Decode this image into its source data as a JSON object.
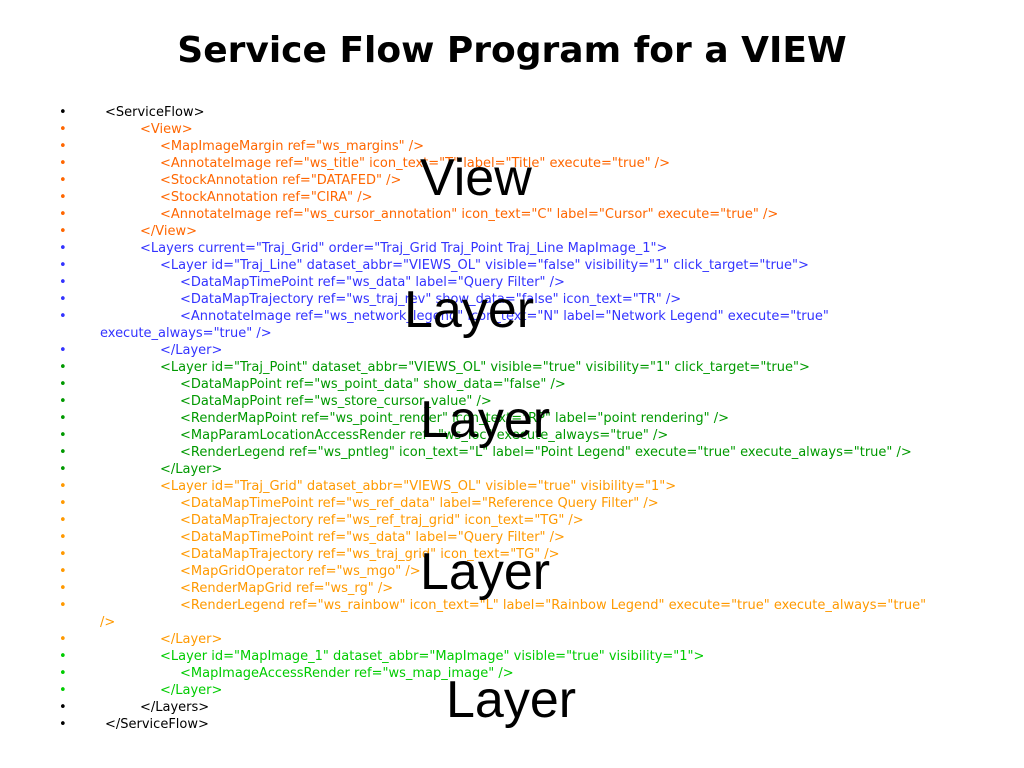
{
  "title": "Service Flow Program for a VIEW",
  "colors": {
    "black": "#000000",
    "orange": "#ff6600",
    "blue": "#3333ff",
    "green": "#009900",
    "gold": "#ff9900",
    "lime": "#00cc00"
  },
  "lines": [
    {
      "text": "<ServiceFlow>",
      "indent": 1,
      "color": "#000000"
    },
    {
      "text": "<View>",
      "indent": 2,
      "color": "#ff6600"
    },
    {
      "text": "<MapImageMargin ref=\"ws_margins\" />",
      "indent": 3,
      "color": "#ff6600"
    },
    {
      "text": "<AnnotateImage ref=\"ws_title\" icon_text=\"T\" label=\"Title\" execute=\"true\" />",
      "indent": 3,
      "color": "#ff6600"
    },
    {
      "text": "<StockAnnotation ref=\"DATAFED\" />",
      "indent": 3,
      "color": "#ff6600"
    },
    {
      "text": "<StockAnnotation ref=\"CIRA\" />",
      "indent": 3,
      "color": "#ff6600"
    },
    {
      "text": "<AnnotateImage ref=\"ws_cursor_annotation\" icon_text=\"C\" label=\"Cursor\" execute=\"true\" />",
      "indent": 3,
      "color": "#ff6600"
    },
    {
      "text": "</View>",
      "indent": 2,
      "color": "#ff6600"
    },
    {
      "text": "<Layers current=\"Traj_Grid\" order=\"Traj_Grid Traj_Point Traj_Line MapImage_1\">",
      "indent": 2,
      "color": "#3333ff"
    },
    {
      "text": "<Layer id=\"Traj_Line\" dataset_abbr=\"VIEWS_OL\" visible=\"false\" visibility=\"1\" click_target=\"true\">",
      "indent": 3,
      "color": "#3333ff"
    },
    {
      "text": "<DataMapTimePoint ref=\"ws_data\" label=\"Query Filter\" />",
      "indent": 4,
      "color": "#3333ff"
    },
    {
      "text": "<DataMapTrajectory ref=\"ws_traj_rev\" show_data=\"false\" icon_text=\"TR\" />",
      "indent": 4,
      "color": "#3333ff"
    },
    {
      "text": "<AnnotateImage ref=\"ws_network_legend\" icon_text=\"N\" label=\"Network Legend\" execute=\"true\"",
      "indent": 4,
      "color": "#3333ff",
      "cont": "execute_always=\"true\" />"
    },
    {
      "text": "</Layer>",
      "indent": 3,
      "color": "#3333ff"
    },
    {
      "text": "<Layer id=\"Traj_Point\" dataset_abbr=\"VIEWS_OL\" visible=\"true\" visibility=\"1\" click_target=\"true\">",
      "indent": 3,
      "color": "#009900"
    },
    {
      "text": "<DataMapPoint ref=\"ws_point_data\" show_data=\"false\" />",
      "indent": 4,
      "color": "#009900"
    },
    {
      "text": "<DataMapPoint ref=\"ws_store_cursor_value\" />",
      "indent": 4,
      "color": "#009900"
    },
    {
      "text": "<RenderMapPoint ref=\"ws_point_render\" icon_text=\"RP\" label=\"point rendering\" />",
      "indent": 4,
      "color": "#009900"
    },
    {
      "text": "<MapParamLocationAccessRender ref=\"ws_loc\" execute_always=\"true\" />",
      "indent": 4,
      "color": "#009900"
    },
    {
      "text": "<RenderLegend ref=\"ws_pntleg\" icon_text=\"L\" label=\"Point Legend\" execute=\"true\" execute_always=\"true\" />",
      "indent": 4,
      "color": "#009900"
    },
    {
      "text": "</Layer>",
      "indent": 3,
      "color": "#009900"
    },
    {
      "text": "<Layer id=\"Traj_Grid\" dataset_abbr=\"VIEWS_OL\" visible=\"true\" visibility=\"1\">",
      "indent": 3,
      "color": "#ff9900"
    },
    {
      "text": "<DataMapTimePoint ref=\"ws_ref_data\" label=\"Reference Query Filter\" />",
      "indent": 4,
      "color": "#ff9900"
    },
    {
      "text": "<DataMapTrajectory ref=\"ws_ref_traj_grid\" icon_text=\"TG\" />",
      "indent": 4,
      "color": "#ff9900"
    },
    {
      "text": "<DataMapTimePoint ref=\"ws_data\" label=\"Query Filter\" />",
      "indent": 4,
      "color": "#ff9900"
    },
    {
      "text": "<DataMapTrajectory ref=\"ws_traj_grid\" icon_text=\"TG\" />",
      "indent": 4,
      "color": "#ff9900"
    },
    {
      "text": "<MapGridOperator ref=\"ws_mgo\" />",
      "indent": 4,
      "color": "#ff9900"
    },
    {
      "text": "<RenderMapGrid ref=\"ws_rg\" />",
      "indent": 4,
      "color": "#ff9900"
    },
    {
      "text": "<RenderLegend ref=\"ws_rainbow\" icon_text=\"L\" label=\"Rainbow Legend\" execute=\"true\" execute_always=\"true\"",
      "indent": 4,
      "color": "#ff9900",
      "cont": "/>"
    },
    {
      "text": "</Layer>",
      "indent": 3,
      "color": "#ff9900"
    },
    {
      "text": "<Layer id=\"MapImage_1\" dataset_abbr=\"MapImage\" visible=\"true\" visibility=\"1\">",
      "indent": 3,
      "color": "#00cc00"
    },
    {
      "text": "<MapImageAccessRender ref=\"ws_map_image\" />",
      "indent": 4,
      "color": "#00cc00"
    },
    {
      "text": "</Layer>",
      "indent": 3,
      "color": "#00cc00"
    },
    {
      "text": "</Layers>",
      "indent": 2,
      "color": "#000000"
    },
    {
      "text": "</ServiceFlow>",
      "indent": 1,
      "color": "#000000"
    }
  ],
  "overlays": {
    "view": "View",
    "layer1": "Layer",
    "layer2": "Layer",
    "layer3": "Layer",
    "layer4": "Layer"
  }
}
